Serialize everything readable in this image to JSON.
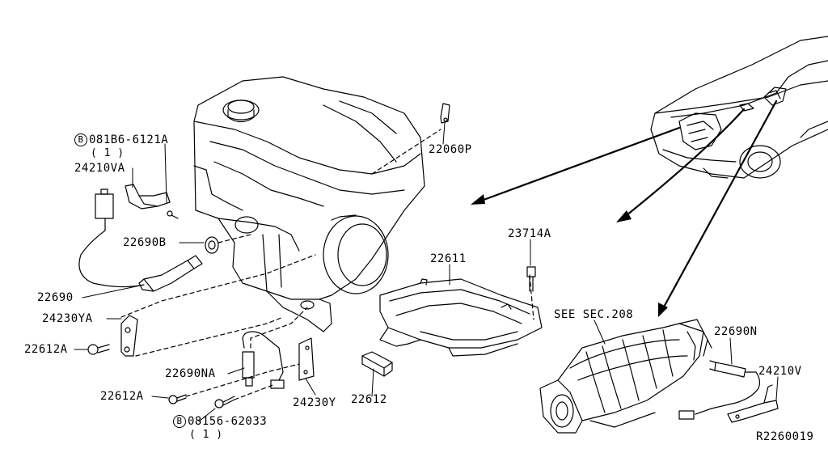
{
  "labels": {
    "bolt_b1_mark": "B",
    "bolt_b1_part": "081B6-6121A",
    "bolt_b1_qty": "( 1 )",
    "p24210va": "24210VA",
    "p22690b": "22690B",
    "p22690": "22690",
    "p24230ya": "24230YA",
    "p22612a_left": "22612A",
    "p22690na": "22690NA",
    "p22612a_bottom": "22612A",
    "bolt_b2_mark": "B",
    "bolt_b2_part": "08156-62033",
    "bolt_b2_qty": "( 1 )",
    "p24230y": "24230Y",
    "p22612": "22612",
    "p22611": "22611",
    "p22060p": "22060P",
    "p23714a": "23714A",
    "see_sec": "SEE SEC.208",
    "p22690n": "22690N",
    "p24210v": "24210V",
    "diagram_code": "R2260019"
  }
}
